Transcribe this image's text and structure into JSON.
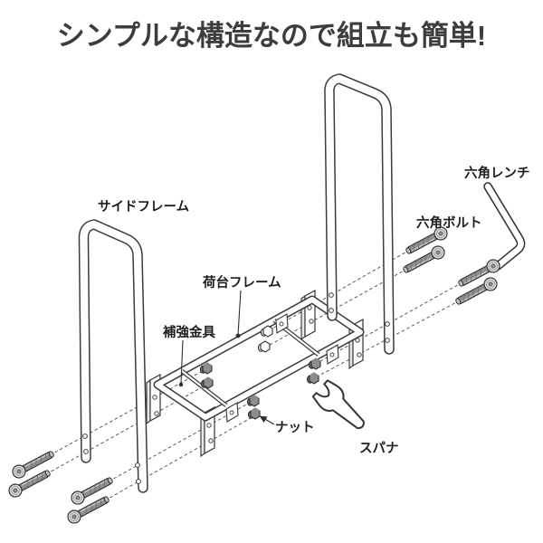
{
  "title": "シンプルな構造なので組立も簡単!",
  "diagram_type": "exploded-assembly-diagram",
  "parts": [
    {
      "id": "side_frame",
      "label": "サイドフレーム",
      "count": 2
    },
    {
      "id": "cargo_frame",
      "label": "荷台フレーム",
      "count": 1
    },
    {
      "id": "reinforcement_bracket",
      "label": "補強金具",
      "count": 2
    },
    {
      "id": "hex_bolt",
      "label": "六角ボルト",
      "count": 8
    },
    {
      "id": "nut",
      "label": "ナット",
      "count": 8
    },
    {
      "id": "hex_wrench",
      "label": "六角レンチ",
      "count": 1
    },
    {
      "id": "spanner",
      "label": "スパナ",
      "count": 1
    }
  ],
  "colors": {
    "background": "#ffffff",
    "title_text": "#3d3d3d",
    "line": "#3c3c3c",
    "label_text": "#1d1d1d",
    "bolt_shaft": "#8f8f8f",
    "bolt_head": "#dedede",
    "nut_dark": "#8d8d8d",
    "dashed_guide": "#5a5a5a"
  }
}
